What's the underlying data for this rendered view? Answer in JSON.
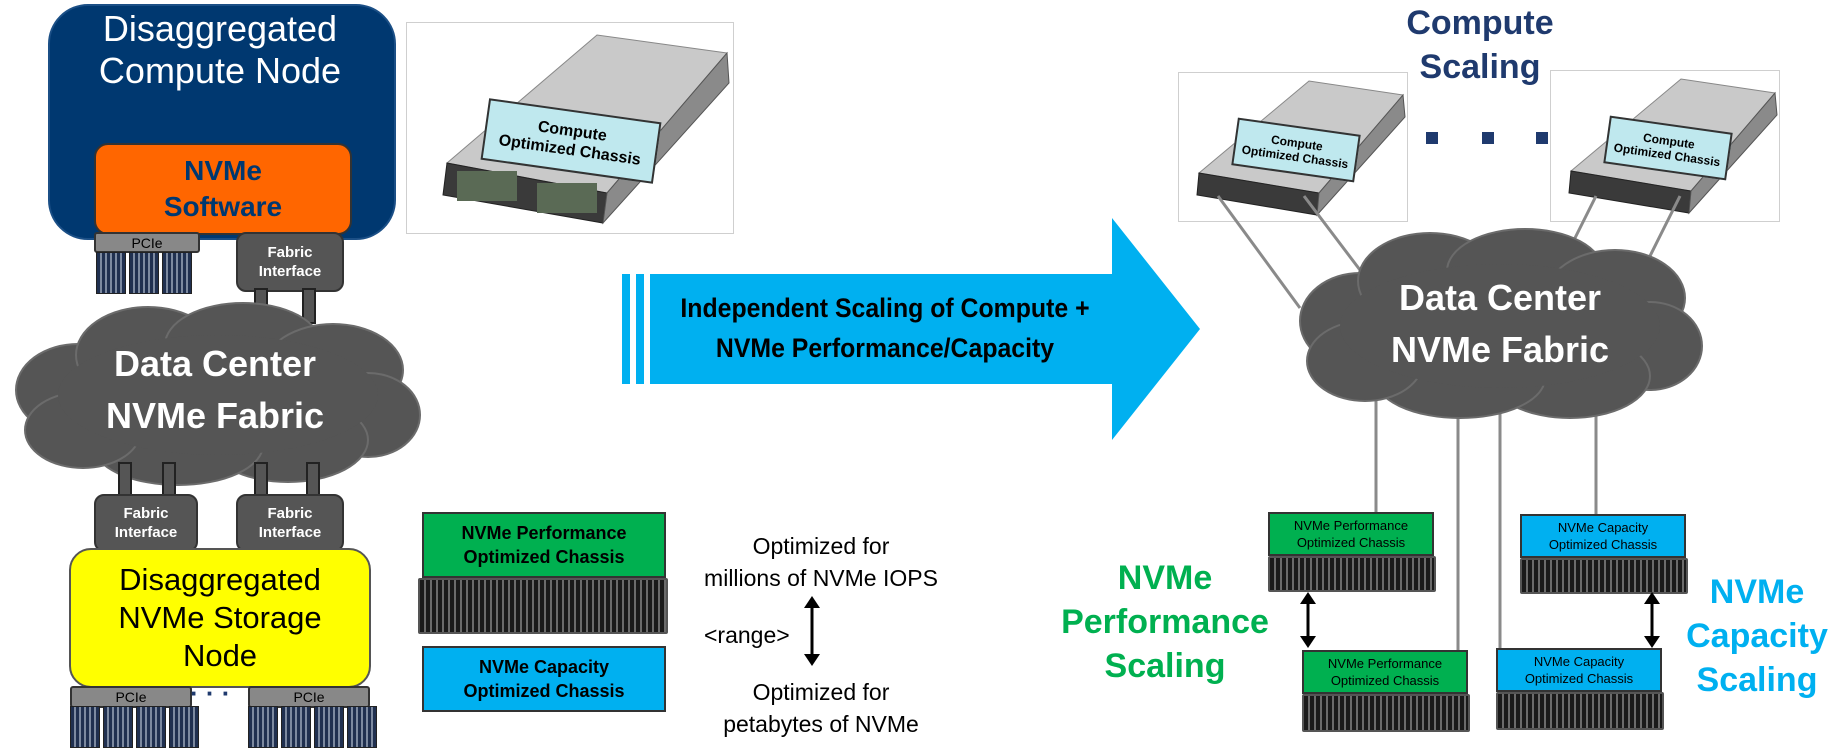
{
  "compute_node": {
    "title_line1": "Disaggregated",
    "title_line2": "Compute Node",
    "software_line1": "NVMe",
    "software_line2": "Software",
    "pcie_label": "PCIe",
    "fabric_interface_line1": "Fabric",
    "fabric_interface_line2": "Interface"
  },
  "left_cloud": {
    "line1": "Data Center",
    "line2": "NVMe Fabric"
  },
  "left_fabric_interfaces": [
    {
      "line1": "Fabric",
      "line2": "Interface"
    },
    {
      "line1": "Fabric",
      "line2": "Interface"
    }
  ],
  "storage_node": {
    "line1": "Disaggregated",
    "line2": "NVMe Storage",
    "line3": "Node",
    "pcie_left": "PCIe",
    "pcie_right": "PCIe",
    "ellipsis": "· · ·"
  },
  "top_chassis": {
    "line1": "Compute",
    "line2": "Optimized Chassis"
  },
  "arrow": {
    "line1": "Independent Scaling of Compute +",
    "line2": "NVMe Performance/Capacity"
  },
  "legend": {
    "perf_line1": "NVMe Performance",
    "perf_line2": "Optimized Chassis",
    "cap_line1": "NVMe Capacity",
    "cap_line2": "Optimized Chassis",
    "top_desc_line1": "Optimized for",
    "top_desc_line2": "millions of NVMe IOPS",
    "range_label": "<range>",
    "bottom_desc_line1": "Optimized for",
    "bottom_desc_line2": "petabytes of NVMe"
  },
  "right": {
    "compute_scaling_line1": "Compute",
    "compute_scaling_line2": "Scaling",
    "chassis_line1": "Compute",
    "chassis_line2": "Optimized Chassis",
    "cloud_line1": "Data Center",
    "cloud_line2": "NVMe Fabric",
    "perf_line1": "NVMe Performance",
    "perf_line2": "Optimized Chassis",
    "cap_line1": "NVMe Capacity",
    "cap_line2": "Optimized Chassis",
    "perf_scaling_line1": "NVMe",
    "perf_scaling_line2": "Performance",
    "perf_scaling_line3": "Scaling",
    "cap_scaling_line1": "NVMe",
    "cap_scaling_line2": "Capacity",
    "cap_scaling_line3": "Scaling"
  },
  "colors": {
    "navy": "#003870",
    "orange": "#ff6600",
    "yellow": "#ffff00",
    "green": "#00b050",
    "cyan": "#00b0f0",
    "cloud": "#555555"
  }
}
